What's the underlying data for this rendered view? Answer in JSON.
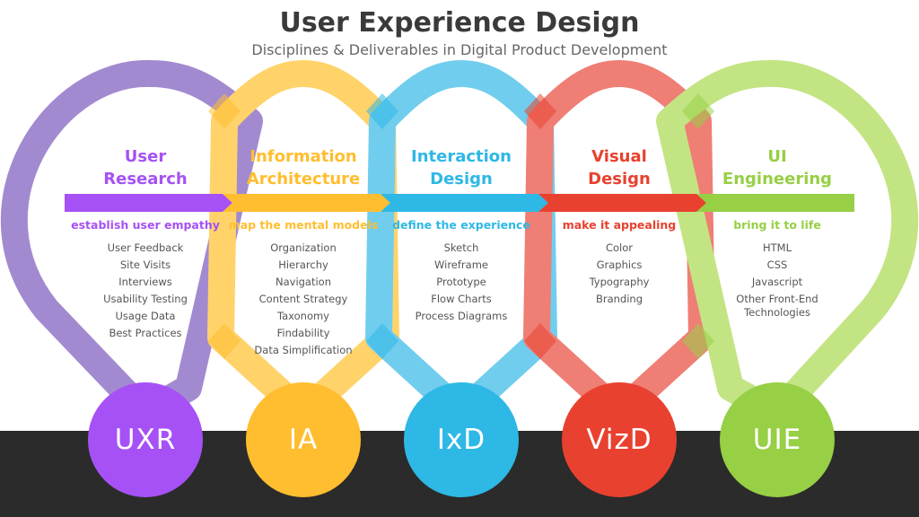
{
  "header": {
    "title": "User Experience Design",
    "subtitle": "Disciplines & Deliverables in Digital Product Development"
  },
  "disciplines": [
    {
      "heading": [
        "User",
        "Research"
      ],
      "tagline": "establish user empathy",
      "items": [
        "User Feedback",
        "Site Visits",
        "Interviews",
        "Usability Testing",
        "Usage Data",
        "Best Practices"
      ],
      "abbr": "UXR",
      "color": "#a651f5",
      "loop_color": "#a28ad0"
    },
    {
      "heading": [
        "Information",
        "Architecture"
      ],
      "tagline": "map the mental models",
      "items": [
        "Organization",
        "Hierarchy",
        "Navigation",
        "Content Strategy",
        "Taxonomy",
        "Findability",
        "Data Simplification"
      ],
      "abbr": "IA",
      "color": "#ffbe30",
      "loop_color": "#ffd36a"
    },
    {
      "heading": [
        "Interaction",
        "Design"
      ],
      "tagline": "define the experience",
      "items": [
        "Sketch",
        "Wireframe",
        "Prototype",
        "Flow Charts",
        "Process Diagrams"
      ],
      "abbr": "IxD",
      "color": "#2eb8e6",
      "loop_color": "#71cdee"
    },
    {
      "heading": [
        "Visual",
        "Design"
      ],
      "tagline": "make it appealing",
      "items": [
        "Color",
        "Graphics",
        "Typography",
        "Branding"
      ],
      "abbr": "VizD",
      "color": "#e8412f",
      "loop_color": "#ef7e75"
    },
    {
      "heading": [
        "UI",
        "Engineering"
      ],
      "tagline": "bring it to life",
      "items": [
        "HTML",
        "CSS",
        "Javascript",
        "Other Front-End\nTechnologies"
      ],
      "abbr": "UIE",
      "color": "#97cf45",
      "loop_color": "#c3e483"
    }
  ],
  "footer_color": "#2b2b2b"
}
